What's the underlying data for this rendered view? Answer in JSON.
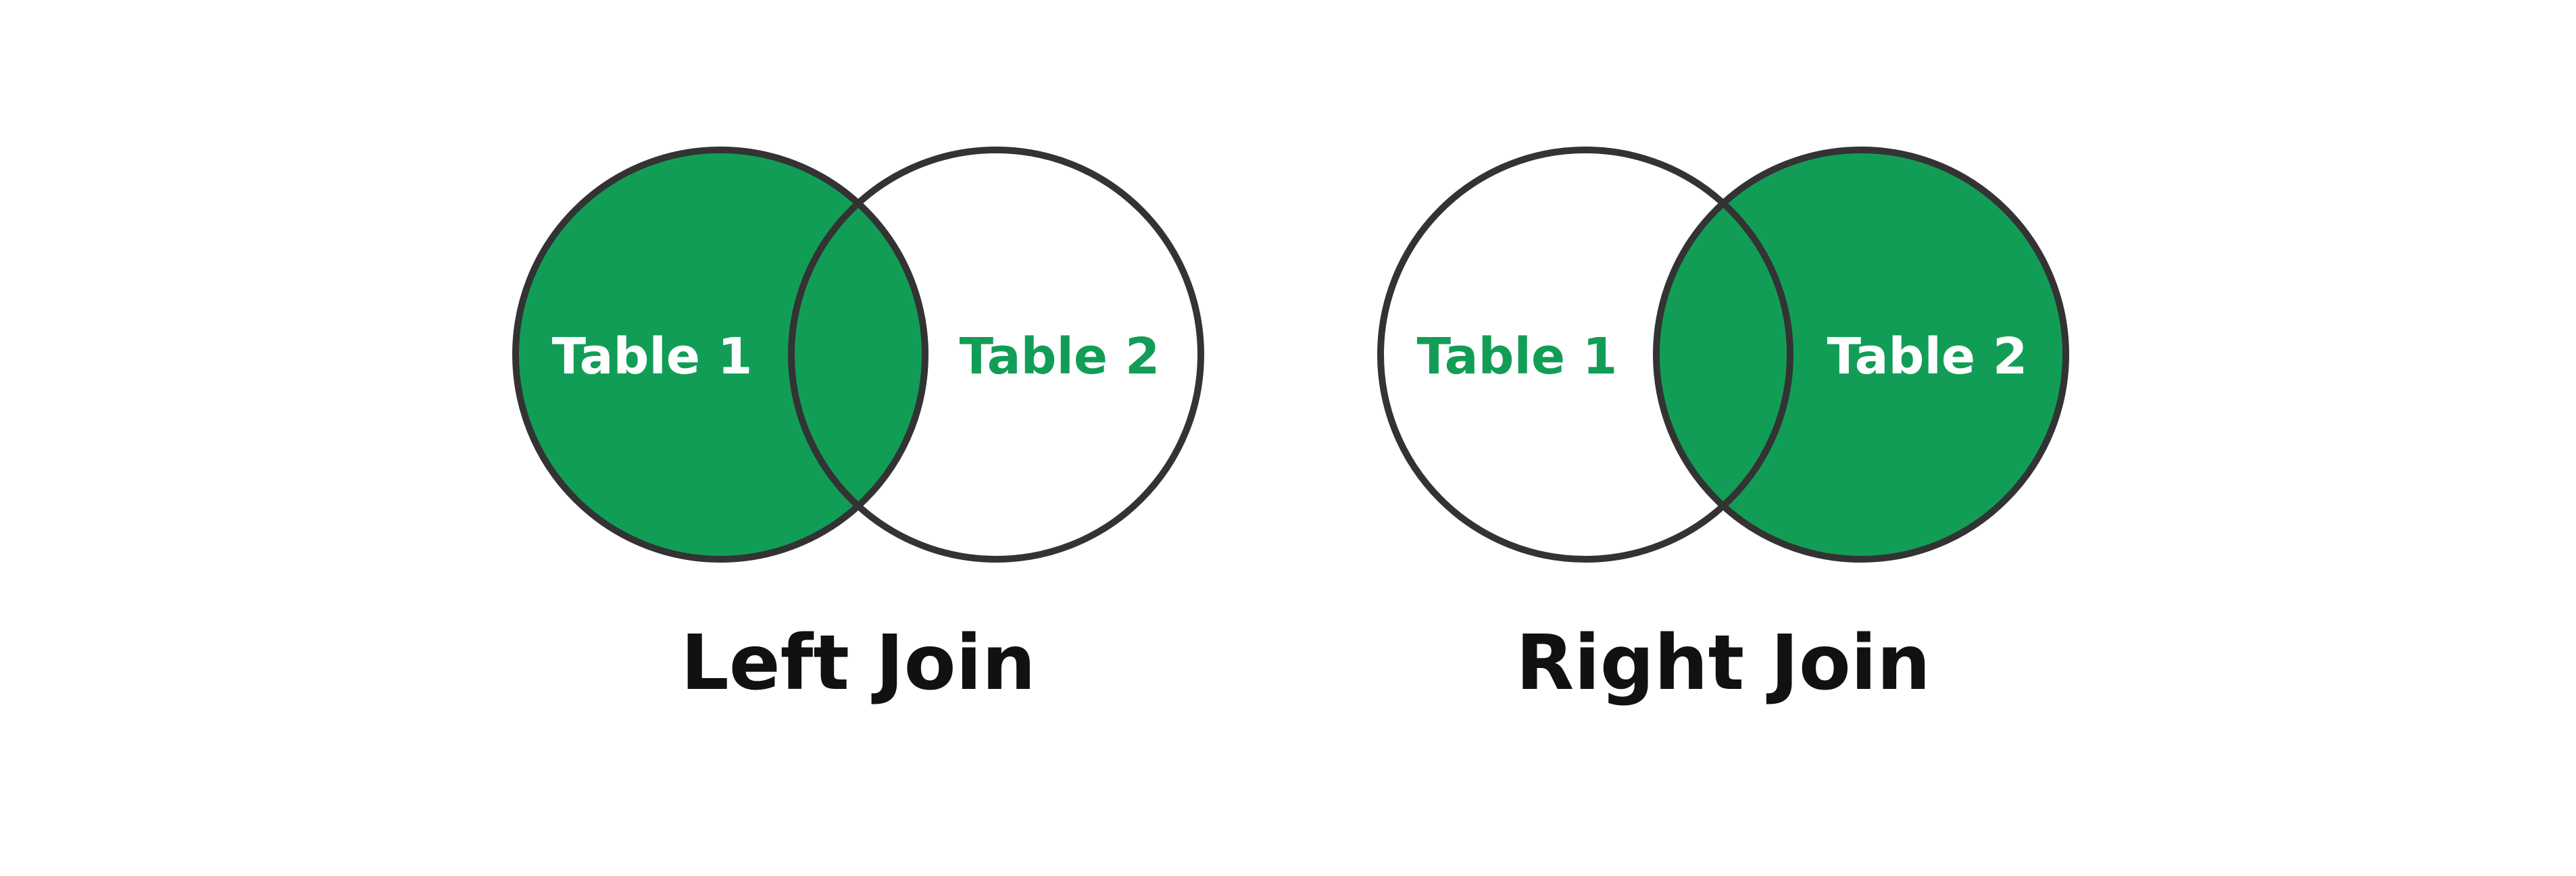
{
  "colors": {
    "fill": "#129d57",
    "stroke": "#333333",
    "background": "#ffffff",
    "title": "#111111",
    "label_on_fill": "#ffffff",
    "label_on_empty": "#129d57"
  },
  "diagrams": [
    {
      "title": "Left Join",
      "left_label": "Table 1",
      "right_label": "Table 2",
      "highlight": "left"
    },
    {
      "title": "Right Join",
      "left_label": "Table 1",
      "right_label": "Table 2",
      "highlight": "right"
    }
  ]
}
